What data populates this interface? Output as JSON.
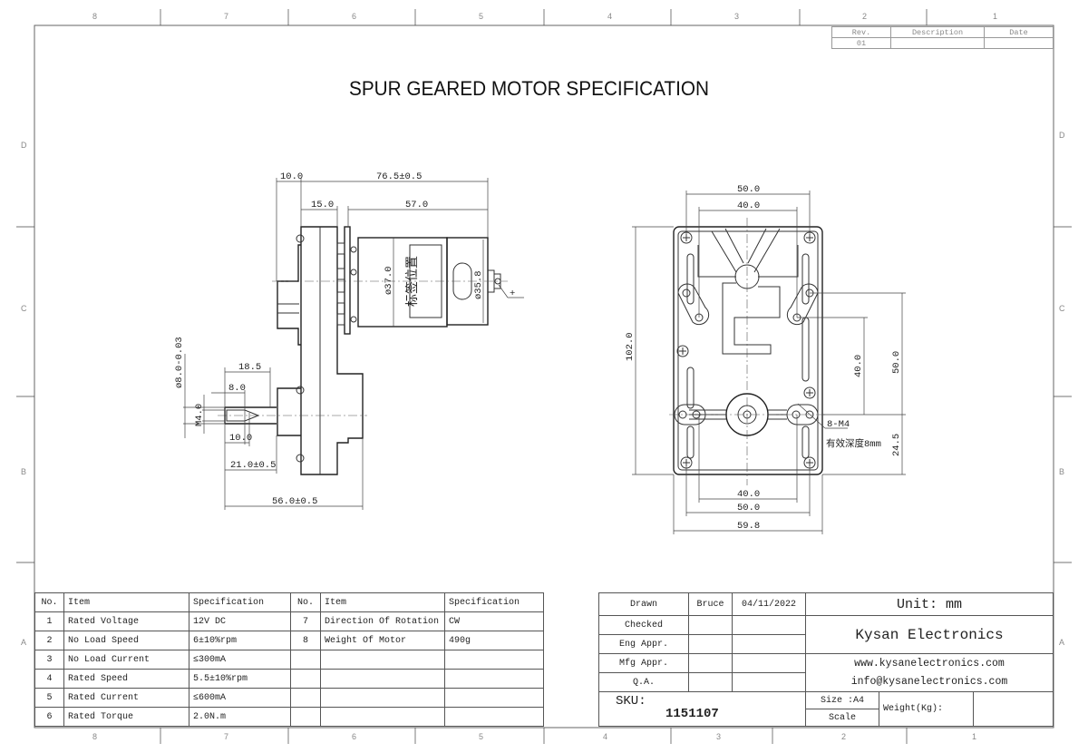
{
  "title": "SPUR GEARED MOTOR SPECIFICATION",
  "grid": {
    "top": [
      "8",
      "7",
      "6",
      "5",
      "4",
      "3",
      "2",
      "1"
    ],
    "bottom": [
      "8",
      "7",
      "6",
      "5",
      "4",
      "3",
      "2",
      "1"
    ],
    "sides": [
      "D",
      "C",
      "B",
      "A"
    ]
  },
  "revision": {
    "headers": [
      "Rev.",
      "Description",
      "Date"
    ],
    "rows": [
      [
        "01",
        "",
        ""
      ]
    ]
  },
  "side_view": {
    "dims": {
      "d10": "10.0",
      "d76": "76.5±0.5",
      "d15": "15.0",
      "d57": "57.0",
      "dia37": "ø37.0",
      "dia35": "ø35.8",
      "plus": "+",
      "label": "标签位置",
      "d185": "18.5",
      "d8": "8.0",
      "d10b": "10.0",
      "d21": "21.0±0.5",
      "d56": "56.0±0.5",
      "dia8": "ø8.0-0.03",
      "m4": "M4.0"
    }
  },
  "front_view": {
    "dims": {
      "w50": "50.0",
      "w40": "40.0",
      "h102": "102.0",
      "h40": "40.0",
      "h50": "50.0",
      "h245": "24.5",
      "b40": "40.0",
      "b50": "50.0",
      "b598": "59.8",
      "m4": "8-M4",
      "depth": "有效深度8mm"
    }
  },
  "spec_table": {
    "headers": [
      "No.",
      "Item",
      "Specification",
      "No.",
      "Item",
      "Specification"
    ],
    "rows": [
      {
        "no": "1",
        "item": "Rated Voltage",
        "spec": "12V DC",
        "no2": "7",
        "item2": "Direction Of Rotation",
        "spec2": "CW"
      },
      {
        "no": "2",
        "item": "No Load Speed",
        "spec": "6±10%rpm",
        "no2": "8",
        "item2": "Weight Of Motor",
        "spec2": "490g"
      },
      {
        "no": "3",
        "item": "No Load Current",
        "spec": "≤300mA"
      },
      {
        "no": "4",
        "item": "Rated Speed",
        "spec": "5.5±10%rpm"
      },
      {
        "no": "5",
        "item": "Rated Current",
        "spec": "≤600mA"
      },
      {
        "no": "6",
        "item": "Rated Torque",
        "spec": "2.0N.m"
      }
    ]
  },
  "title_block": {
    "drawn": "Drawn",
    "drawn_by": "Bruce",
    "drawn_date": "04/11/2022",
    "checked": "Checked",
    "eng": "Eng Appr.",
    "mfg": "Mfg Appr.",
    "qa": "Q.A.",
    "unit": "Unit: mm",
    "company": "Kysan Electronics",
    "website": "www.kysanelectronics.com",
    "email": "info@kysanelectronics.com",
    "sku_label": "SKU:",
    "sku": "1151107",
    "size": "Size :A4",
    "scale": "Scale",
    "weight": "Weight(Kg):"
  }
}
